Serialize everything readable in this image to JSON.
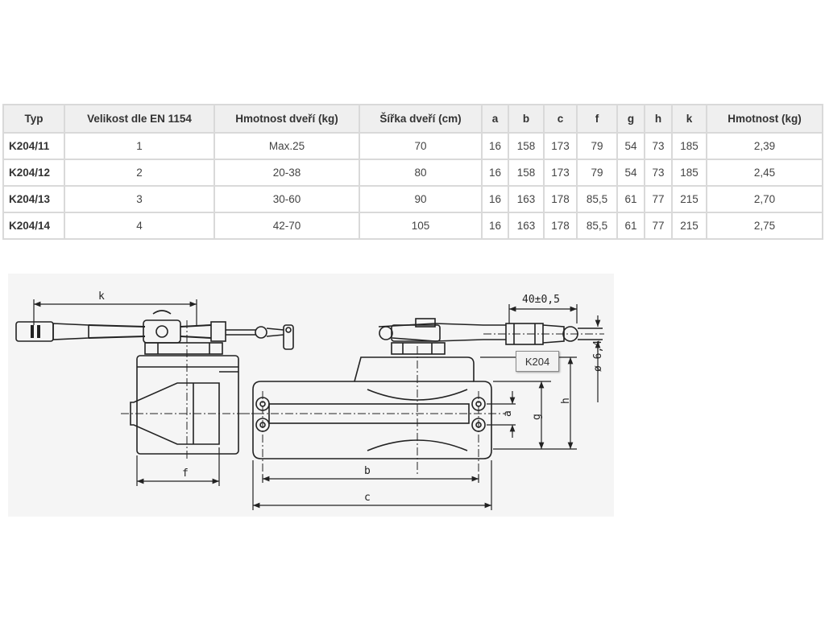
{
  "table": {
    "headers": [
      "Typ",
      "Velikost dle EN 1154",
      "Hmotnost dveří (kg)",
      "Šířka dveří (cm)",
      "a",
      "b",
      "c",
      "f",
      "g",
      "h",
      "k",
      "Hmotnost (kg)"
    ],
    "rows": [
      [
        "K204/11",
        "1",
        "Max.25",
        "70",
        "16",
        "158",
        "173",
        "79",
        "54",
        "73",
        "185",
        "2,39"
      ],
      [
        "K204/12",
        "2",
        "20-38",
        "80",
        "16",
        "158",
        "173",
        "79",
        "54",
        "73",
        "185",
        "2,45"
      ],
      [
        "K204/13",
        "3",
        "30-60",
        "90",
        "16",
        "163",
        "178",
        "85,5",
        "61",
        "77",
        "215",
        "2,70"
      ],
      [
        "K204/14",
        "4",
        "42-70",
        "105",
        "16",
        "163",
        "178",
        "85,5",
        "61",
        "77",
        "215",
        "2,75"
      ]
    ]
  },
  "drawing": {
    "labels": {
      "k": "k",
      "tolerance": "40±0,5",
      "a": "a",
      "g": "g",
      "h": "h",
      "diameter": "ø 6,4",
      "f": "f",
      "b": "b",
      "c": "c"
    },
    "tooltip": "K204"
  }
}
